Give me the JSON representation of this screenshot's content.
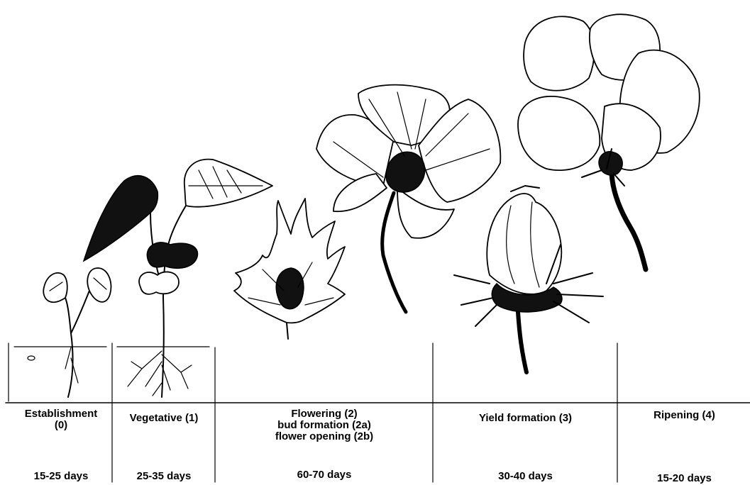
{
  "stages": [
    {
      "name": "Establishment",
      "code": "(0)",
      "duration": "15-25 days"
    },
    {
      "name": "Vegetative (1)",
      "duration": "25-35 days"
    },
    {
      "name": "Flowering (2)",
      "sub1": "bud formation (2a)",
      "sub2": "flower opening (2b)",
      "duration": "60-70 days"
    },
    {
      "name": "Yield formation (3)",
      "duration": "30-40 days"
    },
    {
      "name": "Ripening (4)",
      "duration": "15-20 days"
    }
  ],
  "icons": [
    "seedling-icon",
    "young-plant-icon",
    "flower-bud-icon",
    "open-flower-icon",
    "green-boll-icon",
    "open-boll-icon"
  ]
}
